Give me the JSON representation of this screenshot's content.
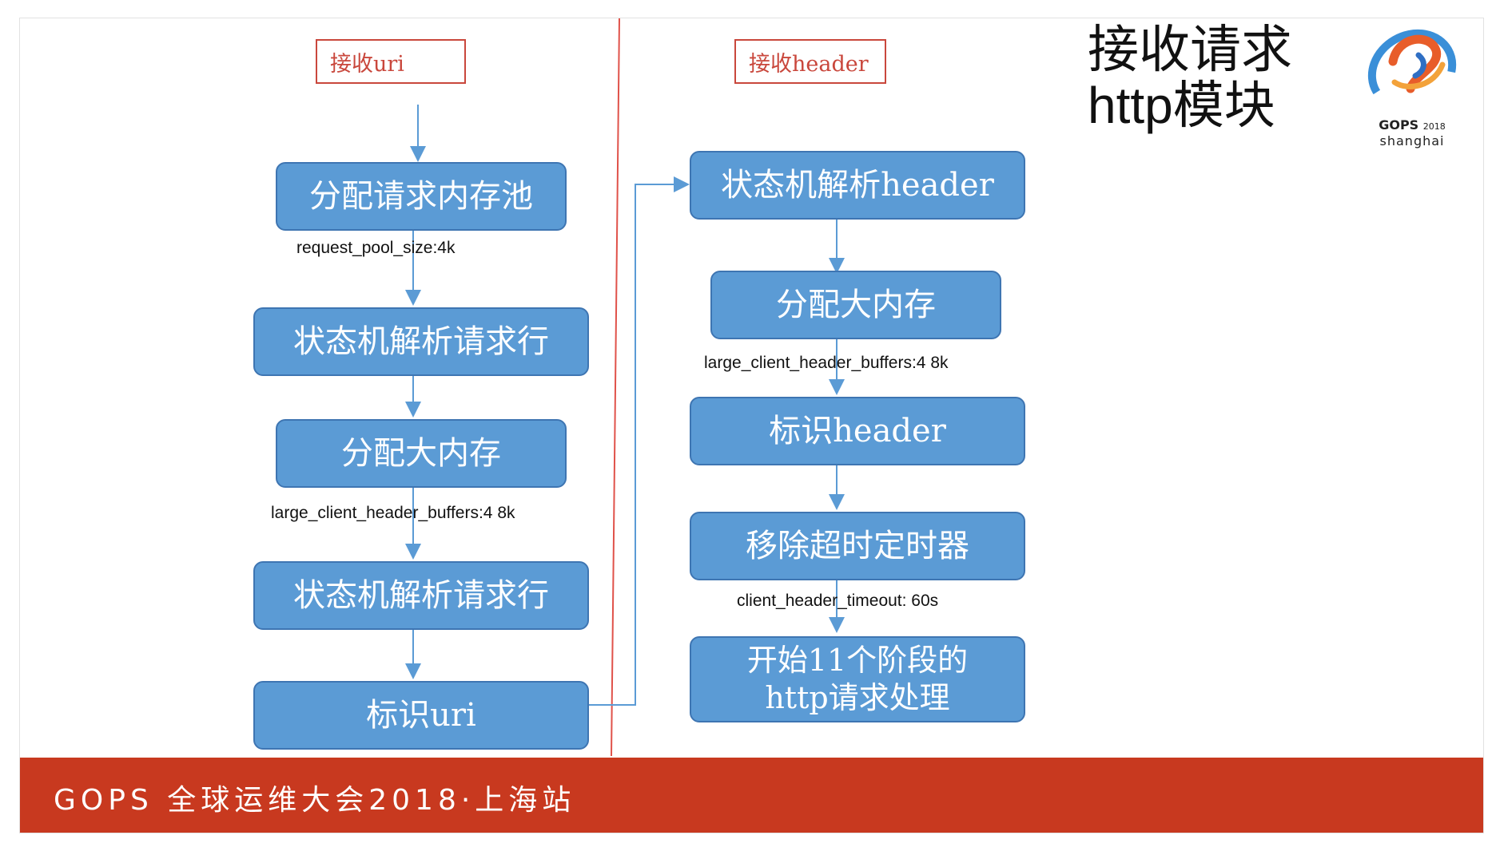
{
  "slide": {
    "title_line1": "接收请求",
    "title_line2": "http模块"
  },
  "logo": {
    "brand": "GOPS",
    "year": "2018",
    "city": "shanghai"
  },
  "left_column": {
    "header": "接收uri",
    "nodes": [
      "分配请求内存池",
      "状态机解析请求行",
      "分配大内存",
      "状态机解析请求行",
      "标识uri"
    ],
    "annotations": [
      "request_pool_size:4k",
      "large_client_header_buffers:4  8k"
    ]
  },
  "right_column": {
    "header": "接收header",
    "nodes": [
      "状态机解析header",
      "分配大内存",
      "标识header",
      "移除超时定时器"
    ],
    "final_node_line1": "开始11个阶段的",
    "final_node_line2": "http请求处理",
    "annotations": [
      "large_client_header_buffers:4  8k",
      "client_header_timeout:   60s"
    ]
  },
  "footer": {
    "text": "GOPS 全球运维大会2018·上海站"
  },
  "colors": {
    "node_fill": "#5b9bd5",
    "node_border": "#3e75b2",
    "header_border": "#c9473c",
    "divider": "#e0524a",
    "footer": "#c8391f"
  }
}
